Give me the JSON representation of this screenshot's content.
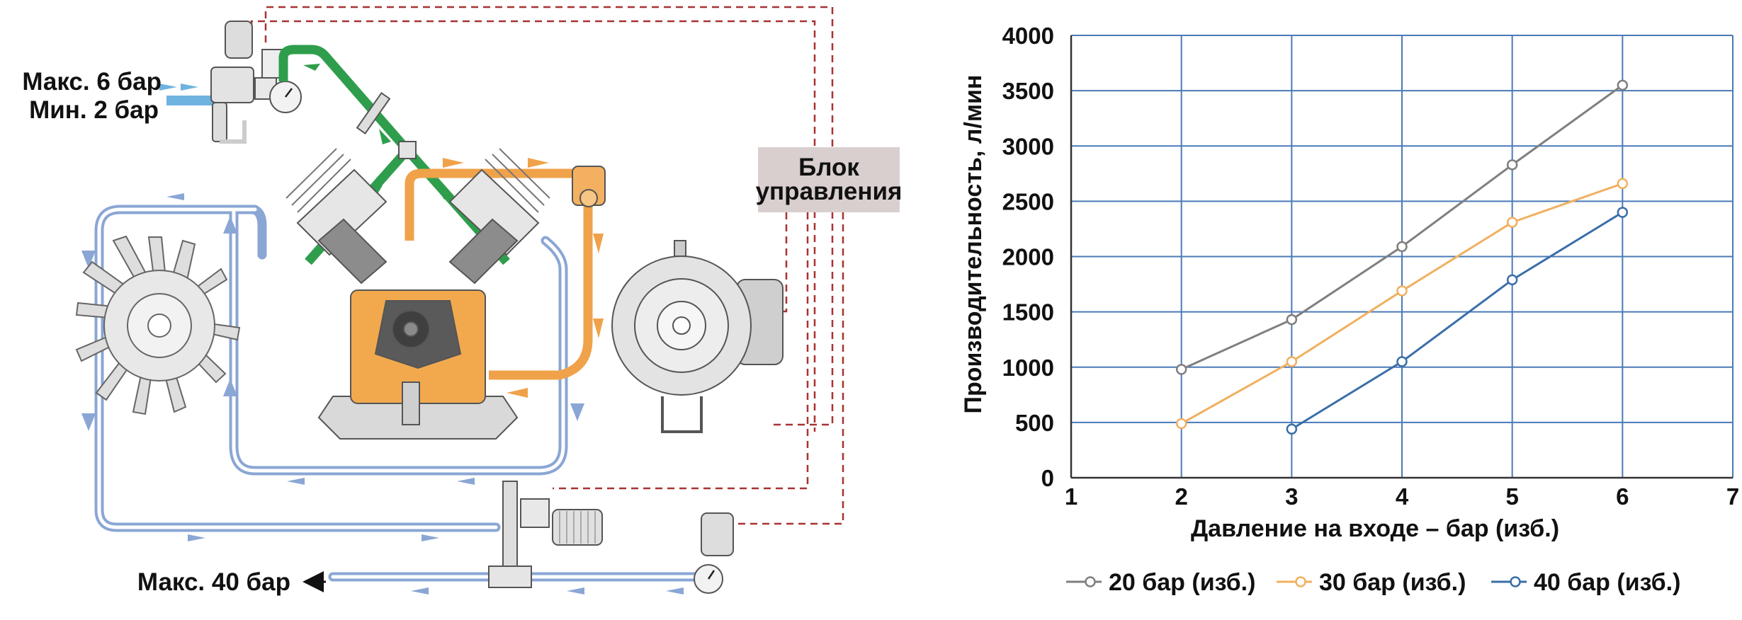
{
  "diagram": {
    "inlet_max_label": "Макс. 6 бар",
    "inlet_min_label": "Мин. 2 бар",
    "outlet_label": "Макс. 40 бар",
    "control_unit_line1": "Блок",
    "control_unit_line2": "управления",
    "colors": {
      "inlet_pipe": "#6fb3e0",
      "suction_pipe": "#2e9e4c",
      "intermediate_pipe": "#f0a24a",
      "cooling_pipe": "#8aa6d4",
      "control_line": "#a83232",
      "control_box": "#d9cfcf",
      "crankcase": "#f2a94e",
      "machinery": "#dddddd"
    }
  },
  "chart_data": {
    "type": "line",
    "title": "",
    "xlabel": "Давление на входе – бар (изб.)",
    "ylabel": "Производительность, л/мин",
    "xlim": [
      1,
      7
    ],
    "ylim": [
      0,
      4000
    ],
    "x_ticks": [
      "1",
      "2",
      "3",
      "4",
      "5",
      "6",
      "7"
    ],
    "y_ticks": [
      "0",
      "500",
      "1000",
      "1500",
      "2000",
      "2500",
      "3000",
      "3500",
      "4000"
    ],
    "grid": true,
    "legend_position": "bottom",
    "series": [
      {
        "name": "20 бар (изб.)",
        "color": "#7f7f7f",
        "x": [
          2,
          3,
          4,
          5,
          6
        ],
        "y": [
          980,
          1430,
          2090,
          2830,
          3550
        ]
      },
      {
        "name": "30 бар (изб.)",
        "color": "#f0b060",
        "x": [
          2,
          3,
          4,
          5,
          6
        ],
        "y": [
          490,
          1050,
          1690,
          2310,
          2660
        ]
      },
      {
        "name": "40 бар (изб.)",
        "color": "#3a6ea8",
        "x": [
          3,
          4,
          5,
          6
        ],
        "y": [
          440,
          1050,
          1790,
          2400
        ]
      }
    ]
  }
}
